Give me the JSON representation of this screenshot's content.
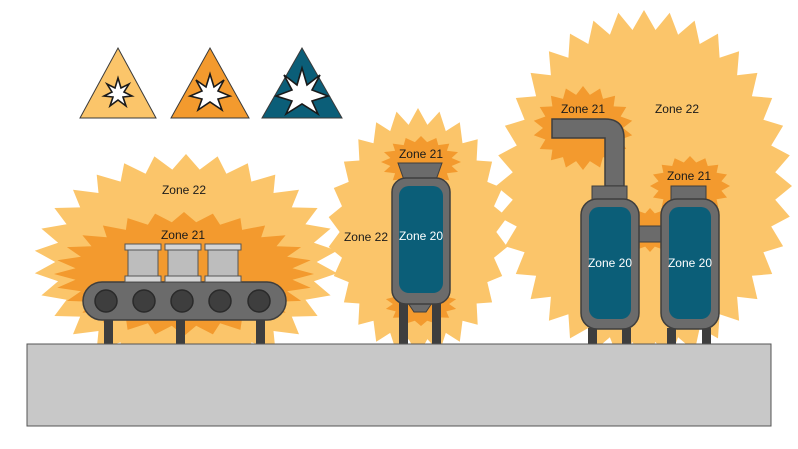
{
  "colors": {
    "zone22": "#FBC56A",
    "zone21": "#F39A2E",
    "zone20": "#0B5E78",
    "equipment": "#6B6B6B",
    "equipment_dark": "#3E3E3E",
    "ground": "#C8C8C8",
    "canister": "#BDBDBD"
  },
  "warning_signs": [
    {
      "name": "zone-22-warning-sign",
      "icon": "explosion-icon",
      "color": "#FBC56A"
    },
    {
      "name": "zone-21-warning-sign",
      "icon": "explosion-icon",
      "color": "#F39A2E"
    },
    {
      "name": "zone-20-warning-sign",
      "icon": "explosion-icon",
      "color": "#0B5E78"
    }
  ],
  "conveyor": {
    "zone22_label": "Zone 22",
    "zone21_label": "Zone 21"
  },
  "silo": {
    "zone21_label": "Zone 21",
    "zone22_label": "Zone 22",
    "zone20_label": "Zone 20"
  },
  "twin_vessels": {
    "zone21_left_label": "Zone 21",
    "zone22_label": "Zone 22",
    "zone21_right_label": "Zone 21",
    "zone20_left_label": "Zone 20",
    "zone20_right_label": "Zone 20"
  }
}
